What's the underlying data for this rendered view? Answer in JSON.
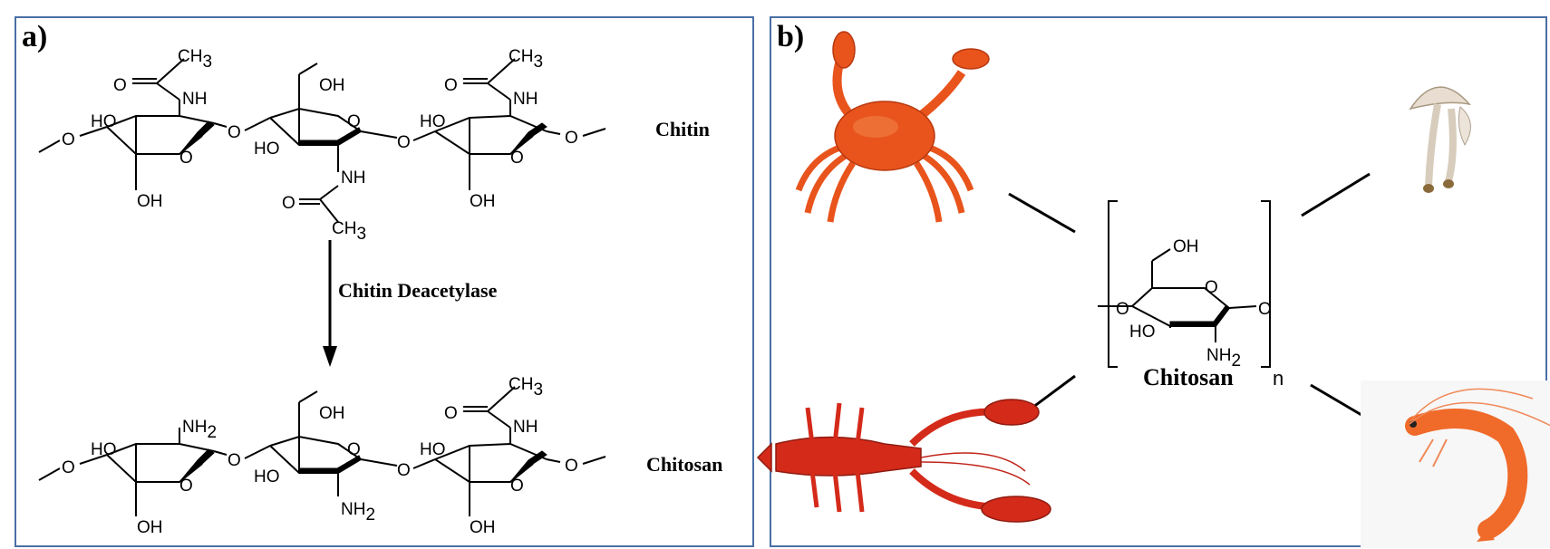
{
  "panel_a": {
    "label": "a)",
    "chitin_label": "Chitin",
    "enzyme_label": "Chitin Deacetylase",
    "chitosan_label": "Chitosan"
  },
  "panel_b": {
    "label": "b)",
    "chitosan_label": "Chitosan",
    "repeat_subscript": "n",
    "sources": [
      "crab",
      "lobster",
      "mushroom",
      "shrimp"
    ]
  },
  "atoms": {
    "ch3": "CH",
    "three": "3",
    "o": "O",
    "nh": "NH",
    "oh": "OH",
    "ho": "HO",
    "nh2": "NH",
    "nh2_sub": "2",
    "h": "H"
  },
  "colors": {
    "border": "#4a6fa5",
    "crustacean": "#e8541c",
    "lobster": "#d42a1a",
    "mushroom": "#e8ddd0"
  }
}
